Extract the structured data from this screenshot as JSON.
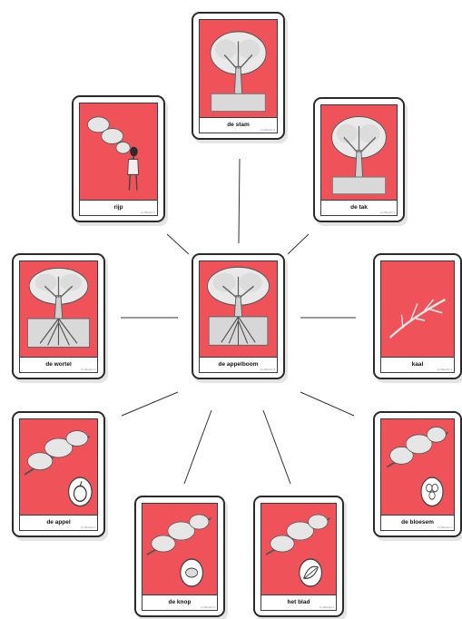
{
  "center": {
    "label": "de appelboom",
    "art": "tree-with-roots-icon",
    "credit": "by k5leerlijn.nl"
  },
  "cards": [
    {
      "id": "stam",
      "label": "de stam",
      "art": "tree-icon",
      "credit": "by k5leerlijn.nl"
    },
    {
      "id": "rijp",
      "label": "rijp",
      "art": "girl-picking-apple-icon",
      "credit": "by k5leerlijn.nl"
    },
    {
      "id": "tak",
      "label": "de tak",
      "art": "tree-icon",
      "credit": "by k5leerlijn.nl"
    },
    {
      "id": "wortel",
      "label": "de wortel",
      "art": "tree-with-roots-icon",
      "credit": "by k5leerlijn.nl"
    },
    {
      "id": "kaal",
      "label": "kaal",
      "art": "bare-branch-icon",
      "credit": "by k5leerlijn.nl"
    },
    {
      "id": "appel",
      "label": "de appel",
      "art": "apple-icon",
      "credit": "by k5leerlijn.nl"
    },
    {
      "id": "bloesem",
      "label": "de bloesem",
      "art": "blossom-icon",
      "credit": "by k5leerlijn.nl"
    },
    {
      "id": "knop",
      "label": "de knop",
      "art": "bud-icon",
      "credit": "by k5leerlijn.nl"
    },
    {
      "id": "blad",
      "label": "het blad",
      "art": "leaf-icon",
      "credit": "by k5leerlijn.nl"
    }
  ],
  "colors": {
    "card_fill": "#f0525a",
    "card_border": "#2a2a2a",
    "connector": "#333333"
  }
}
